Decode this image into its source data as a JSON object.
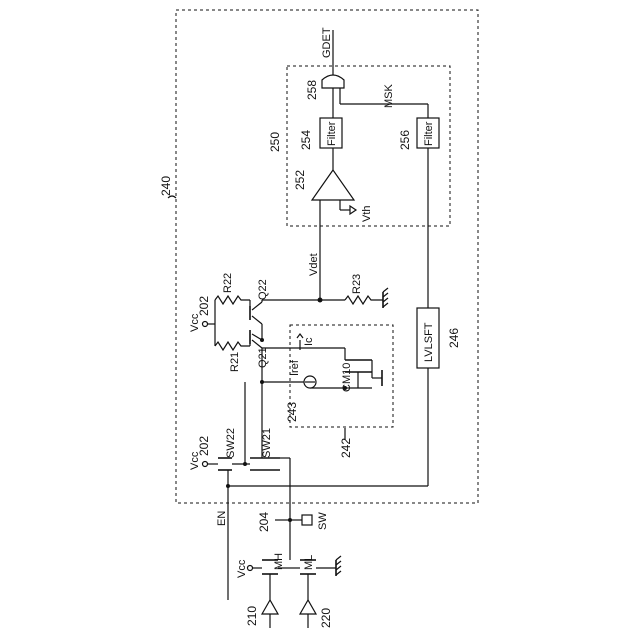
{
  "labels": {
    "gdet": "GDET",
    "msk": "MSK",
    "n258": "258",
    "n254": "254",
    "n256": "256",
    "filter_a": "Filter",
    "filter_b": "Filter",
    "n250": "250",
    "n252": "252",
    "vth": "Vth",
    "n240": "240",
    "vdet": "Vdet",
    "r22": "R22",
    "r21": "R21",
    "r23": "R23",
    "q22": "Q22",
    "q21": "Q21",
    "ic": "Ic",
    "iref": "Iref",
    "cm10": "CM10",
    "n243": "243",
    "n242": "242",
    "lvlsft": "LVLSFT",
    "n246": "246",
    "vcc_top": "Vcc",
    "n202_top": "202",
    "vcc_mid": "Vcc",
    "n202_mid": "202",
    "sw22": "SW22",
    "sw21": "SW21",
    "en": "EN",
    "n204": "204",
    "sw": "SW",
    "vcc_bot": "Vcc",
    "mh": "MH",
    "ml": "ML",
    "n210": "210",
    "n220": "220"
  }
}
